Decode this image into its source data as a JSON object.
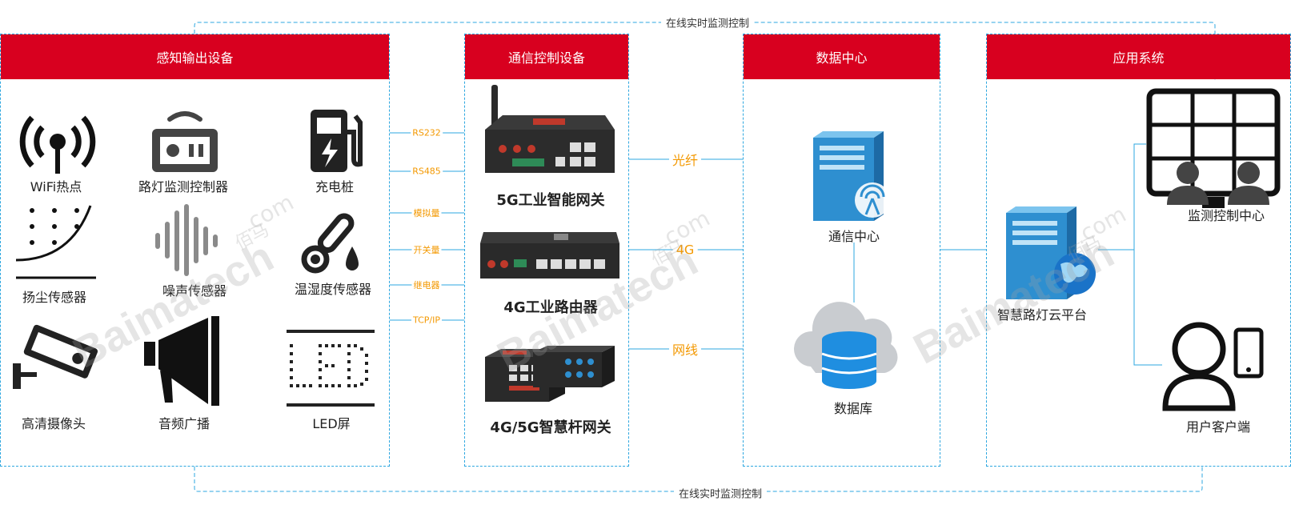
{
  "loop": {
    "top_label": "在线实时监测控制",
    "bottom_label": "在线实时监测控制"
  },
  "panels": {
    "sensing": {
      "title": "感知输出设备"
    },
    "comm": {
      "title": "通信控制设备"
    },
    "data": {
      "title": "数据中心"
    },
    "app": {
      "title": "应用系统"
    }
  },
  "sensing_devices": [
    {
      "label": "WiFi热点",
      "icon": "wifi-hotspot-icon"
    },
    {
      "label": "路灯监测控制器",
      "icon": "streetlight-controller-icon"
    },
    {
      "label": "充电桩",
      "icon": "charging-pile-icon"
    },
    {
      "label": "扬尘传感器",
      "icon": "dust-sensor-icon"
    },
    {
      "label": "噪声传感器",
      "icon": "noise-sensor-icon"
    },
    {
      "label": "温湿度传感器",
      "icon": "thermometer-icon"
    },
    {
      "label": "高清摄像头",
      "icon": "camera-icon"
    },
    {
      "label": "音频广播",
      "icon": "speaker-icon"
    },
    {
      "label": "LED屏",
      "icon": "led-screen-icon"
    }
  ],
  "protocols": [
    "RS232",
    "RS485",
    "模拟量",
    "开关量",
    "继电器",
    "TCP/IP"
  ],
  "comm_devices": [
    {
      "label": "5G工业智能网关",
      "icon": "5g-gateway-icon"
    },
    {
      "label": "4G工业路由器",
      "icon": "4g-router-icon"
    },
    {
      "label": "4G/5G智慧杆网关",
      "icon": "smart-pole-gateway-icon"
    }
  ],
  "links": [
    "光纤",
    "4G",
    "网线"
  ],
  "data_center": {
    "comm_center": {
      "label": "通信中心",
      "icon": "server-antenna-icon"
    },
    "database": {
      "label": "数据库",
      "icon": "cloud-database-icon"
    }
  },
  "app_system": {
    "platform": {
      "label": "智慧路灯云平台",
      "icon": "server-globe-icon"
    },
    "monitor": {
      "label": "监测控制中心",
      "icon": "monitor-wall-icon"
    },
    "client": {
      "label": "用户客户端",
      "icon": "user-phone-icon"
    }
  },
  "watermark": {
    "brand": "Baimatech",
    "brand_cn": "佰马",
    "domain": ".com"
  },
  "colors": {
    "header_red": "#d8001f",
    "dashed_blue": "#2ea7e0",
    "protocol_orange": "#f39800",
    "server_blue": "#2e8fd0"
  }
}
